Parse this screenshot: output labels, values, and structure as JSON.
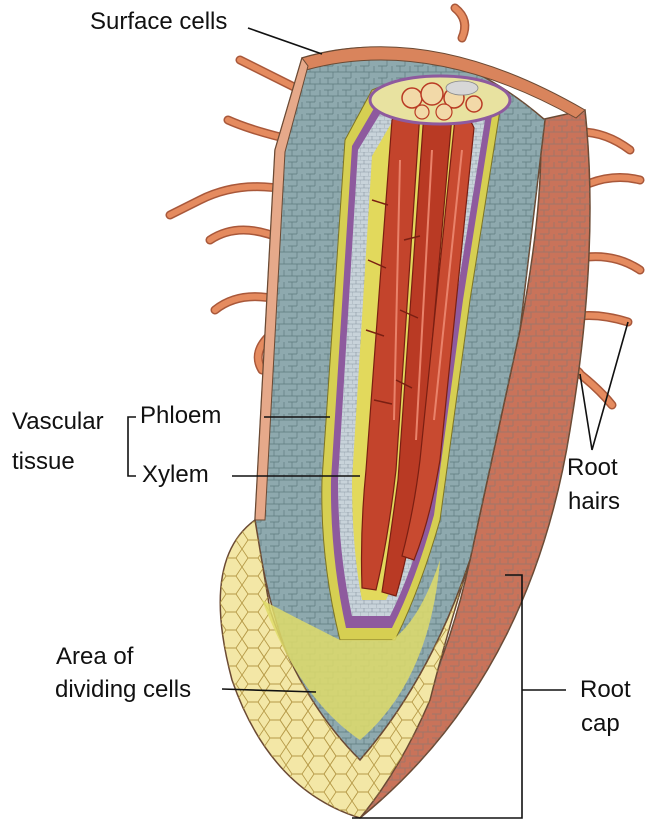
{
  "labels": {
    "surface_cells": "Surface cells",
    "vascular": "Vascular",
    "tissue": "tissue",
    "phloem": "Phloem",
    "xylem": "Xylem",
    "root": "Root",
    "hairs": "hairs",
    "area_of": "Area of",
    "dividing_cells": "dividing cells",
    "root_cap_1": "Root",
    "root_cap_2": "cap"
  },
  "colors": {
    "cortex": "#8ea9ae",
    "surface": "#d9845c",
    "hair": "#e58b5f",
    "vascular_yellow": "#d6cf52",
    "phloem_purple": "#8e5a9e",
    "phloem_light": "#c8d3da",
    "xylem_red": "#c3442c",
    "cap_yellow": "#f3e7a6",
    "dividing_yellow": "#dfdc6a",
    "outline": "#6b4a34"
  }
}
